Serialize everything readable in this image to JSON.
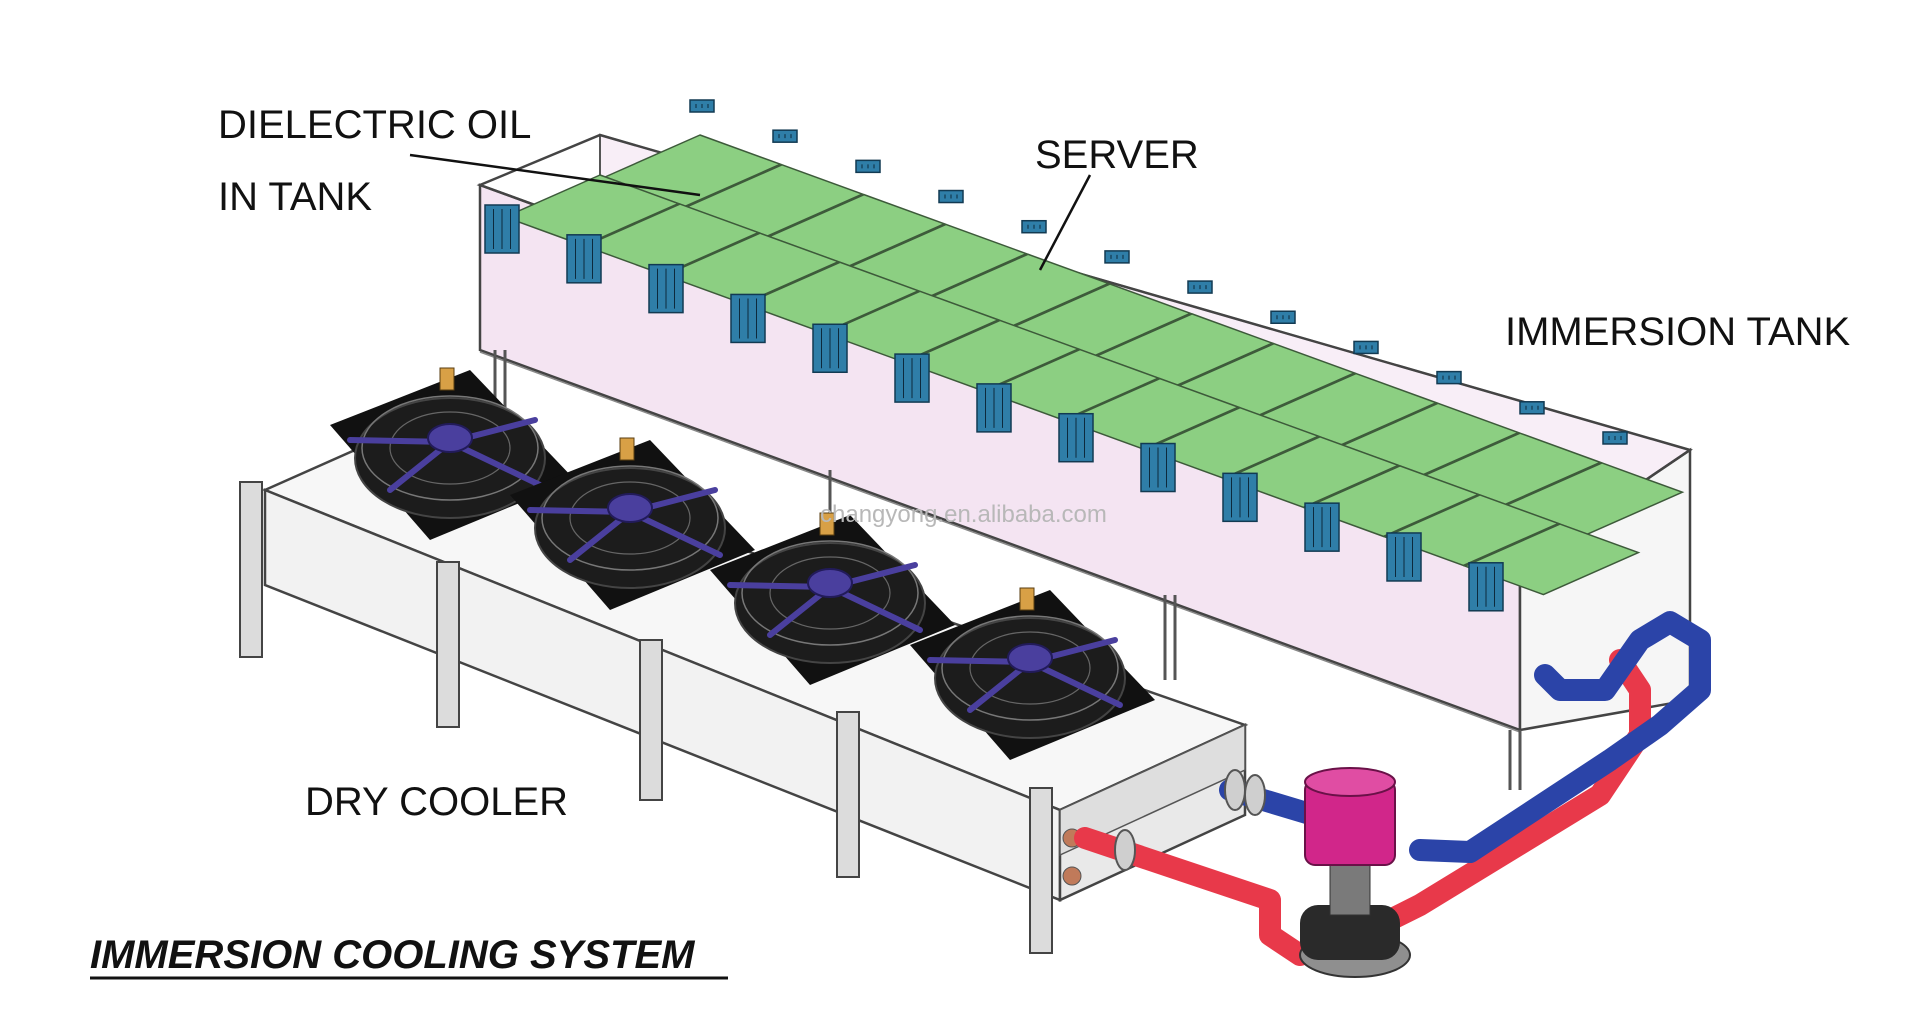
{
  "labels": {
    "dielectric_line1": "DIELECTRIC OIL",
    "dielectric_line2": "IN TANK",
    "server": "SERVER",
    "immersion_tank": "IMMERSION TANK",
    "dry_cooler": "DRY COOLER"
  },
  "title": "IMMERSION COOLING SYSTEM",
  "watermark": "changyong.en.alibaba.com",
  "colors": {
    "server_board": "#8ccf82",
    "tank_oil": "#f4e4f2",
    "server_heatsink": "#2f7ea8",
    "hot_pipe": "#e8394a",
    "cold_pipe": "#2b44a8",
    "pump": "#d1268a",
    "fan_hub": "#4a3f9e",
    "fan_body": "#1c1c1c"
  }
}
